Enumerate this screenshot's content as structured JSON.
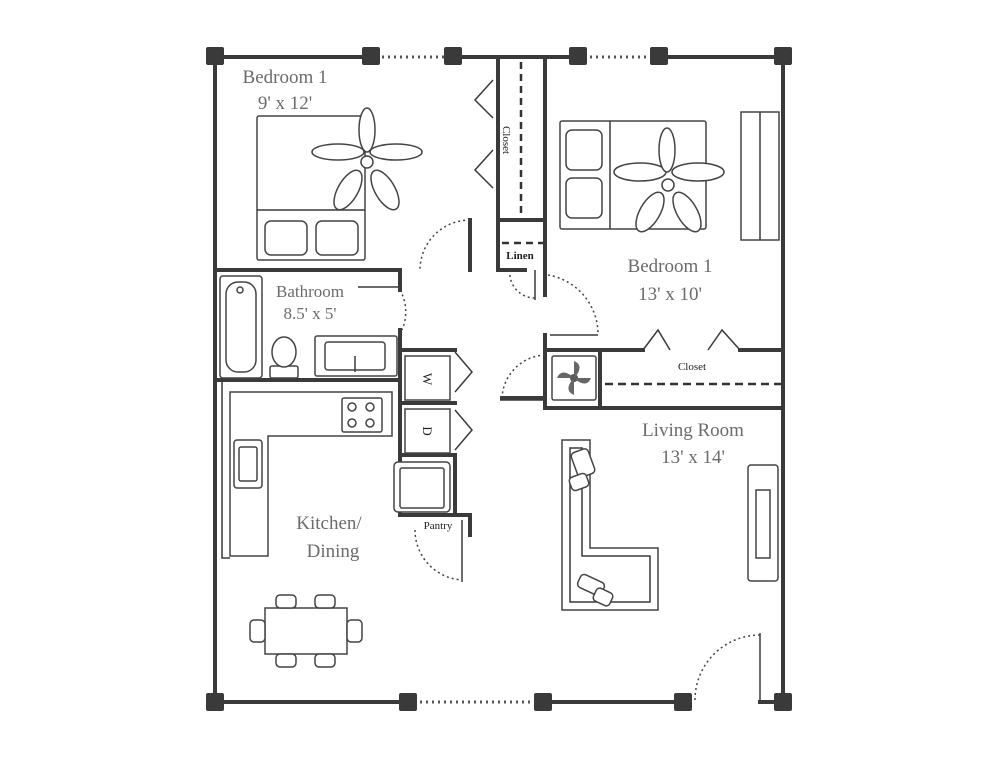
{
  "rooms": {
    "bedroom_a": {
      "name": "Bedroom 1",
      "size": "9' x 12'"
    },
    "bedroom_b": {
      "name": "Bedroom 1",
      "size": "13' x 10'"
    },
    "bathroom": {
      "name": "Bathroom",
      "size": "8.5' x 5'"
    },
    "living": {
      "name": "Living Room",
      "size": "13' x 14'"
    },
    "kitchen": {
      "line1": "Kitchen/",
      "line2": "Dining"
    }
  },
  "labels": {
    "closet_top": "Closet",
    "closet_right": "Closet",
    "linen": "Linen",
    "pantry": "Pantry",
    "washer": "W",
    "dryer": "D"
  },
  "colors": {
    "wall": "#3a3a3a",
    "text": "#6b6b6b"
  }
}
